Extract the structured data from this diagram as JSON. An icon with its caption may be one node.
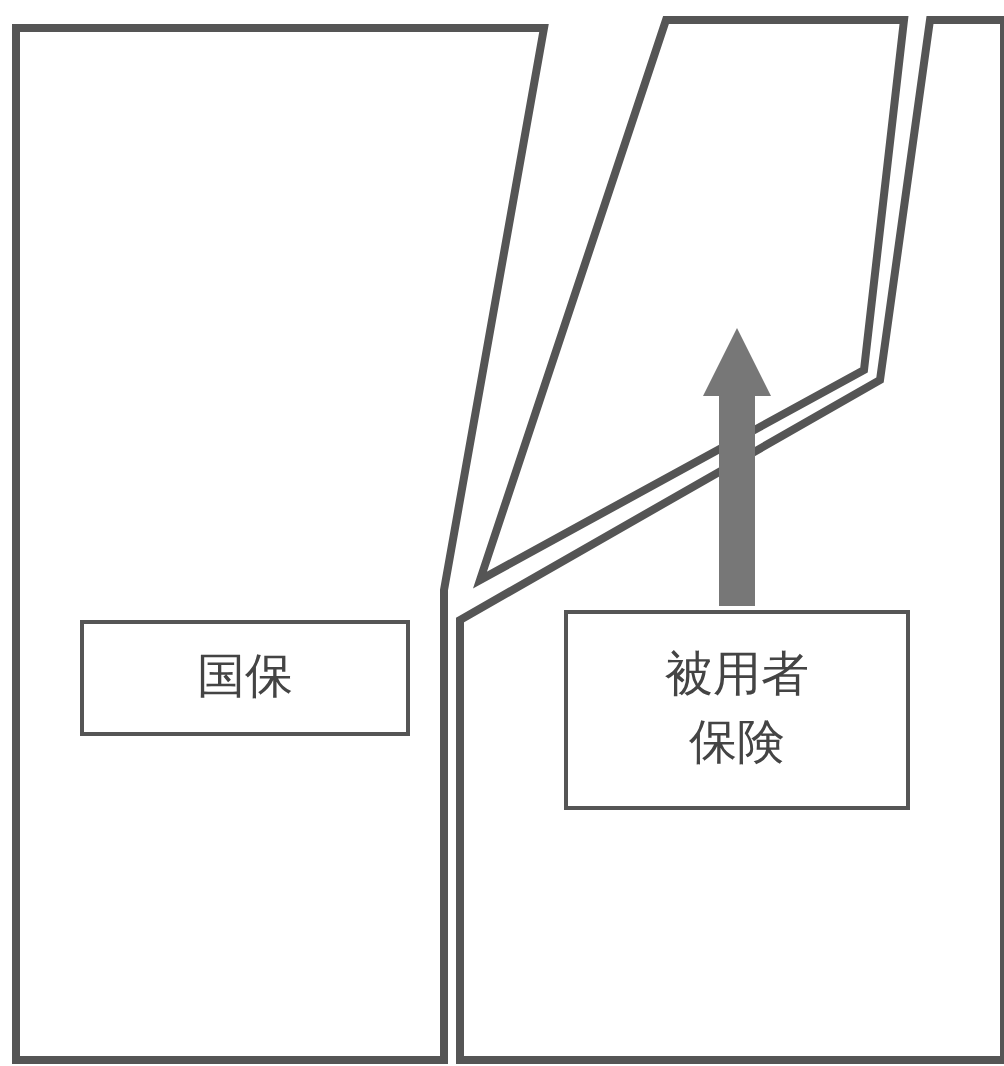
{
  "diagram": {
    "nodes": [
      {
        "text": [],
        "shape": "box"
      },
      {
        "text": [
          "国保"
        ],
        "in": 0
      },
      {
        "text": [],
        "shape": "box"
      },
      {
        "text": [],
        "shape": "box"
      },
      {
        "text": [
          "被用者保険"
        ],
        "in": 3
      }
    ],
    "edges": [
      {
        "from": 4,
        "to": 2,
        "arrow": "to"
      }
    ]
  }
}
